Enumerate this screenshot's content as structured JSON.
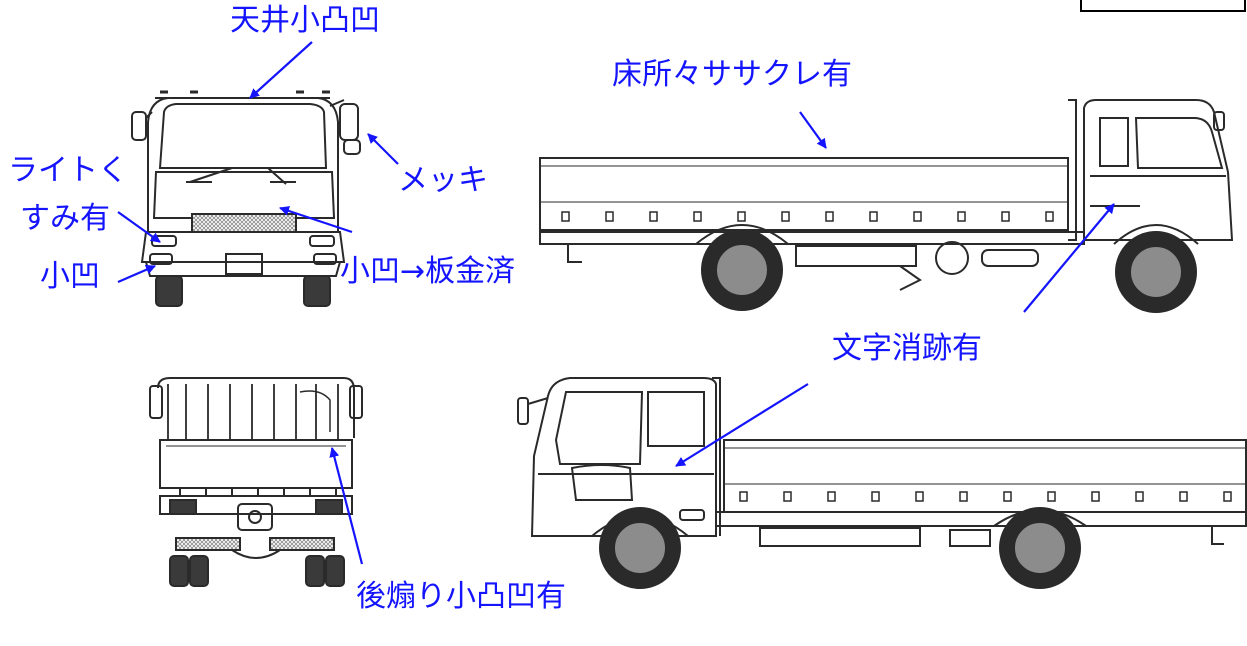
{
  "annotations": {
    "roof_dent": "天井小凸凹",
    "floor_splinters": "床所々ササクレ有",
    "plating": "メッキ",
    "light_dull_line1": "ライトく",
    "light_dull_line2": "すみ有",
    "small_dent": "小凹",
    "dent_repaired": "小凹→板金済",
    "text_erased_traces": "文字消跡有",
    "rear_gate_dents": "後煽り小凸凹有"
  },
  "colors": {
    "annotation": "#1414ff",
    "line_art": "#2a2a2a",
    "tire": "#8c8c8c",
    "grille_hatch": "#9a9a9a"
  },
  "views": [
    "front-view",
    "rear-view",
    "left-side-view",
    "right-side-view"
  ]
}
